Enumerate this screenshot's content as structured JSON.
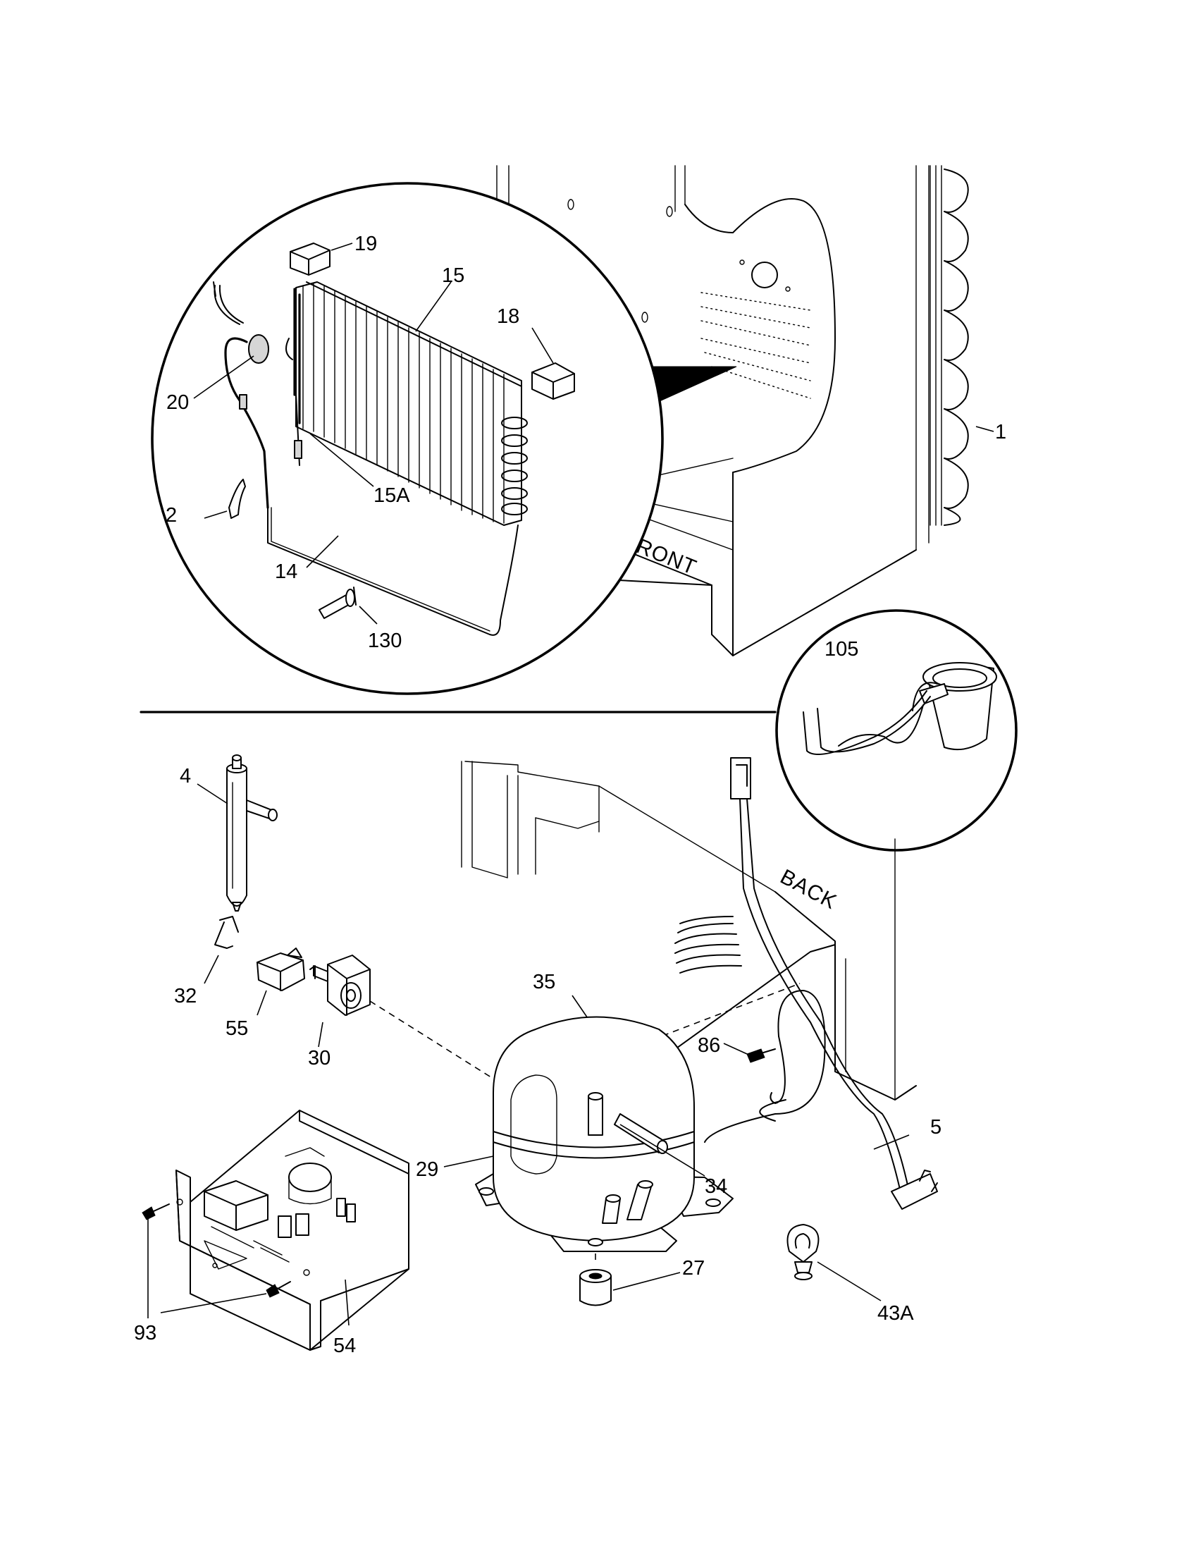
{
  "labels": {
    "p1": "1",
    "p2": "2",
    "p4": "4",
    "p5": "5",
    "p14": "14",
    "p15": "15",
    "p15a": "15A",
    "p18": "18",
    "p19": "19",
    "p20": "20",
    "p27": "27",
    "p29": "29",
    "p30": "30",
    "p32": "32",
    "p34": "34",
    "p35": "35",
    "p43a": "43A",
    "p54": "54",
    "p55": "55",
    "p86": "86",
    "p93": "93",
    "p105": "105",
    "p130": "130"
  },
  "side_labels": {
    "front": "FRONT",
    "back": "BACK"
  }
}
